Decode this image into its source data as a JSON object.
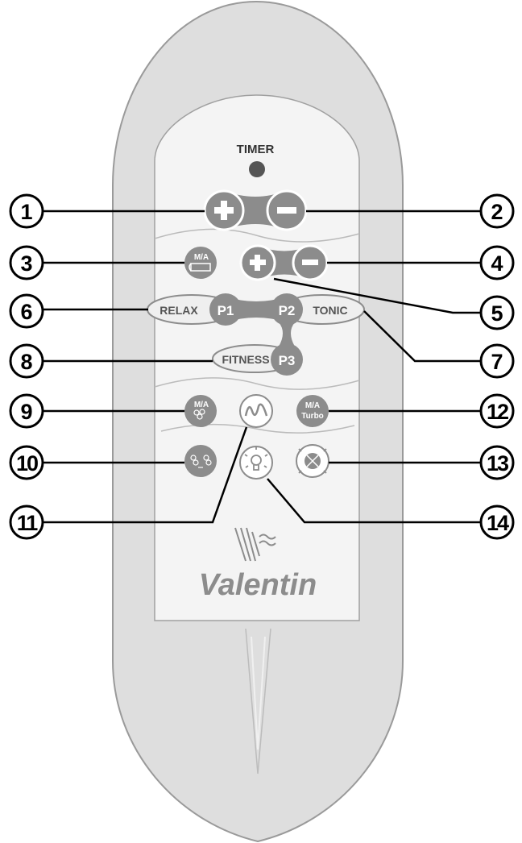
{
  "remote": {
    "timer_label": "TIMER",
    "brand": "Valentin"
  },
  "buttons": {
    "ma_top": "M/A",
    "ma_left": "M/A",
    "ma_right": "M/A",
    "turbo": "Turbo",
    "p1": "P1",
    "p2": "P2",
    "p3": "P3",
    "relax": "RELAX",
    "tonic": "TONIC",
    "fitness": "FITNESS"
  },
  "callouts": {
    "c1": "1",
    "c2": "2",
    "c3": "3",
    "c4": "4",
    "c5": "5",
    "c6": "6",
    "c7": "7",
    "c8": "8",
    "c9": "9",
    "c10": "10",
    "c11": "11",
    "c12": "12",
    "c13": "13",
    "c14": "14"
  },
  "colors": {
    "shell": "#dedede",
    "shell_stroke": "#9a9a9a",
    "panel": "#f4f4f4",
    "button": "#8c8c8c",
    "button_dark": "#7a7a7a"
  }
}
